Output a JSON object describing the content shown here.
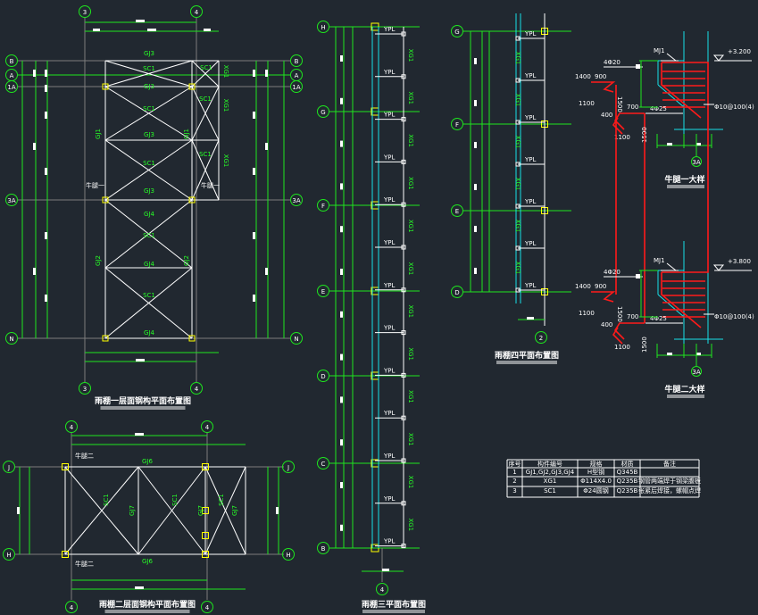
{
  "colors": {
    "background": "#212830",
    "grid": "#1ee61e",
    "member": "#ffffff",
    "axis": "#7d7d7d",
    "column": "#18e0e8",
    "rebar": "#ff1a1a",
    "plate": "#ffff00"
  },
  "plan1": {
    "title": "雨棚一层面钢构平面布置图",
    "col_axes": [
      "3",
      "4"
    ],
    "row_axes": [
      "B",
      "A",
      "1A",
      "3A",
      "N"
    ],
    "beam_labels": [
      "GJ3",
      "GJ3",
      "GJ3",
      "GJ3",
      "GJ4",
      "GJ4",
      "GJ4"
    ],
    "brace_label": "SC1",
    "column_label": "GJ1",
    "column_label_lower": "GJ2",
    "tie_label": "XG1",
    "corbel_note": "牛腿一"
  },
  "plan2": {
    "title": "雨棚二层面钢构平面布置图",
    "col_axes": [
      "4",
      "4"
    ],
    "row_axes": [
      "J",
      "H"
    ],
    "beam_label": "GJ6",
    "column_label": "GJ7",
    "brace_label": "SC1",
    "corbel_note": "牛腿二"
  },
  "plan3": {
    "title": "雨棚三平面布置图",
    "row_axes": [
      "H",
      "G",
      "F",
      "E",
      "D",
      "C",
      "B"
    ],
    "col_axis": "4",
    "plate_label": "YPL",
    "tie_label": "XG1"
  },
  "plan4": {
    "title": "雨棚四平面布置图",
    "row_axes": [
      "G",
      "F",
      "E",
      "D"
    ],
    "col_axis": "2",
    "plate_label": "YPL",
    "tie_label": "XG1"
  },
  "details": [
    {
      "title": "牛腿一大样",
      "elevation": "+3.200",
      "tag": "MJ1",
      "top_bar": "4Φ20",
      "bottom_bar": "4Φ25",
      "stirrup": "Φ10@100(4)",
      "dims": [
        "1400",
        "900",
        "1100",
        "1500",
        "400",
        "700",
        "1100",
        "1500"
      ],
      "axis": "3A"
    },
    {
      "title": "牛腿二大样",
      "elevation": "+3.800",
      "tag": "MJ1",
      "top_bar": "4Φ20",
      "bottom_bar": "4Φ25",
      "stirrup": "Φ10@100(4)",
      "dims": [
        "1400",
        "900",
        "1100",
        "1500",
        "400",
        "700",
        "1100",
        "1500"
      ],
      "axis": "3A"
    }
  ],
  "table": {
    "headers": [
      "序号",
      "构件编号",
      "规格",
      "材质",
      "备注"
    ],
    "rows": [
      [
        "1",
        "GJ1,GJ2,GJ3,GJ4",
        "H型钢",
        "Q345B",
        ""
      ],
      [
        "2",
        "XG1",
        "Φ114X4.0",
        "Q235B",
        "钢管两端焊于钢梁腹板"
      ],
      [
        "3",
        "SC1",
        "Φ24圆钢",
        "Q235B",
        "张紧后焊接，螺帽点焊"
      ]
    ]
  }
}
